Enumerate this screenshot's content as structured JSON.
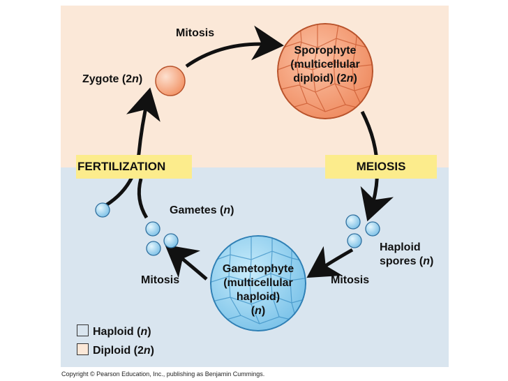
{
  "labels": {
    "mitosis_top": "Mitosis",
    "zygote": "Zygote (2",
    "zygote_n": "n",
    "zygote_end": ")",
    "sporophyte_l1": "Sporophyte",
    "sporophyte_l2": "(multicellular",
    "sporophyte_l3": "diploid) (2",
    "sporophyte_n": "n",
    "sporophyte_end": ")",
    "fertilization": "FERTILIZATION",
    "meiosis": "MEIOSIS",
    "gametes": "Gametes (",
    "gametes_n": "n",
    "gametes_end": ")",
    "spores_l1": "Haploid",
    "spores_l2": "spores (",
    "spores_n": "n",
    "spores_end": ")",
    "gametophyte_l1": "Gametophyte",
    "gametophyte_l2": "(multicellular",
    "gametophyte_l3": "haploid)",
    "gametophyte_l4a": "(",
    "gametophyte_n": "n",
    "gametophyte_l4b": ")",
    "mitosis_left": "Mitosis",
    "mitosis_right": "Mitosis"
  },
  "legend": {
    "haploid": "Haploid (",
    "haploid_n": "n",
    "haploid_end": ")",
    "diploid": "Diploid (2",
    "diploid_n": "n",
    "diploid_end": ")"
  },
  "copyright": "Copyright © Pearson Education, Inc., publishing as Benjamin Cummings.",
  "colors": {
    "diploid_bg": "#fbe8d8",
    "haploid_bg": "#d9e5ef",
    "banner": "#fcec8c",
    "sporophyte_fill": "#f5a07a",
    "gametophyte_fill": "#8fd0ef",
    "arrow": "#111111"
  }
}
